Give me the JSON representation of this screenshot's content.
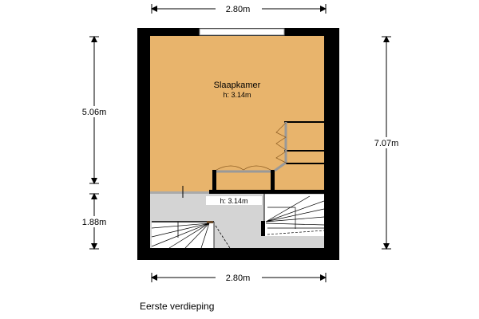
{
  "plan": {
    "room": {
      "name": "Slaapkamer",
      "height": "h: 3.14m"
    },
    "hall": {
      "height": "h: 3.14m"
    },
    "dimensions": {
      "top": "2.80m",
      "bottom": "2.80m",
      "left_upper": "5.06m",
      "left_lower": "1.88m",
      "right": "7.07m"
    },
    "colors": {
      "room": "#e8b46c",
      "hall": "#d4d4d4",
      "wall": "#000000"
    }
  },
  "caption": "Eerste verdieping"
}
